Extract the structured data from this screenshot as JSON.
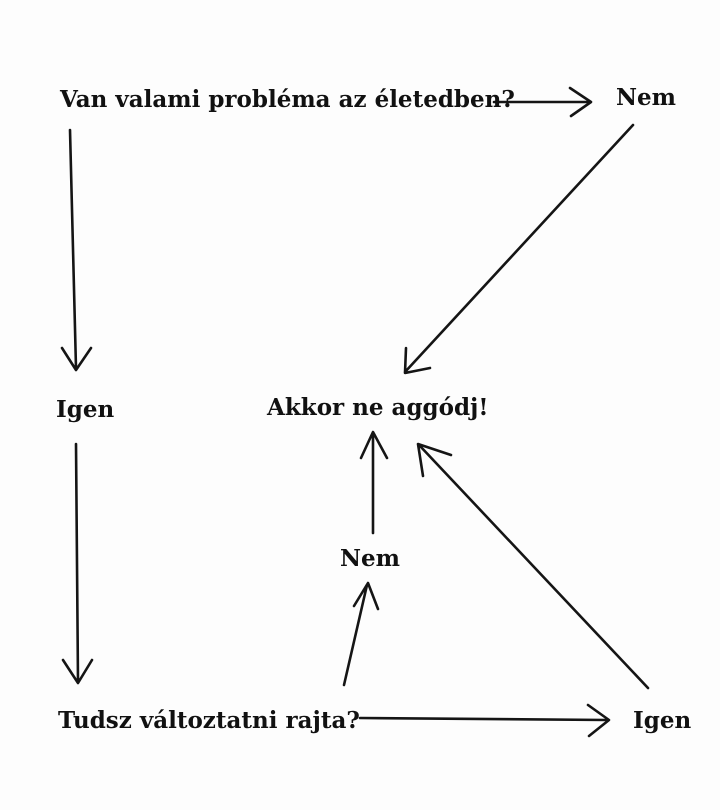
{
  "diagram": {
    "nodes": {
      "question": "Van valami probléma az életedben?",
      "no_top": "Nem",
      "yes_left": "Igen",
      "dont_worry": "Akkor ne aggódj!",
      "no_mid": "Nem",
      "can_change": "Tudsz változtatni rajta?",
      "yes_right": "Igen"
    },
    "edges": [
      {
        "from": "question",
        "to": "no_top"
      },
      {
        "from": "question",
        "to": "yes_left"
      },
      {
        "from": "no_top",
        "to": "dont_worry"
      },
      {
        "from": "yes_left",
        "to": "can_change"
      },
      {
        "from": "can_change",
        "to": "no_mid"
      },
      {
        "from": "no_mid",
        "to": "dont_worry"
      },
      {
        "from": "can_change",
        "to": "yes_right"
      },
      {
        "from": "yes_right",
        "to": "dont_worry"
      }
    ]
  }
}
